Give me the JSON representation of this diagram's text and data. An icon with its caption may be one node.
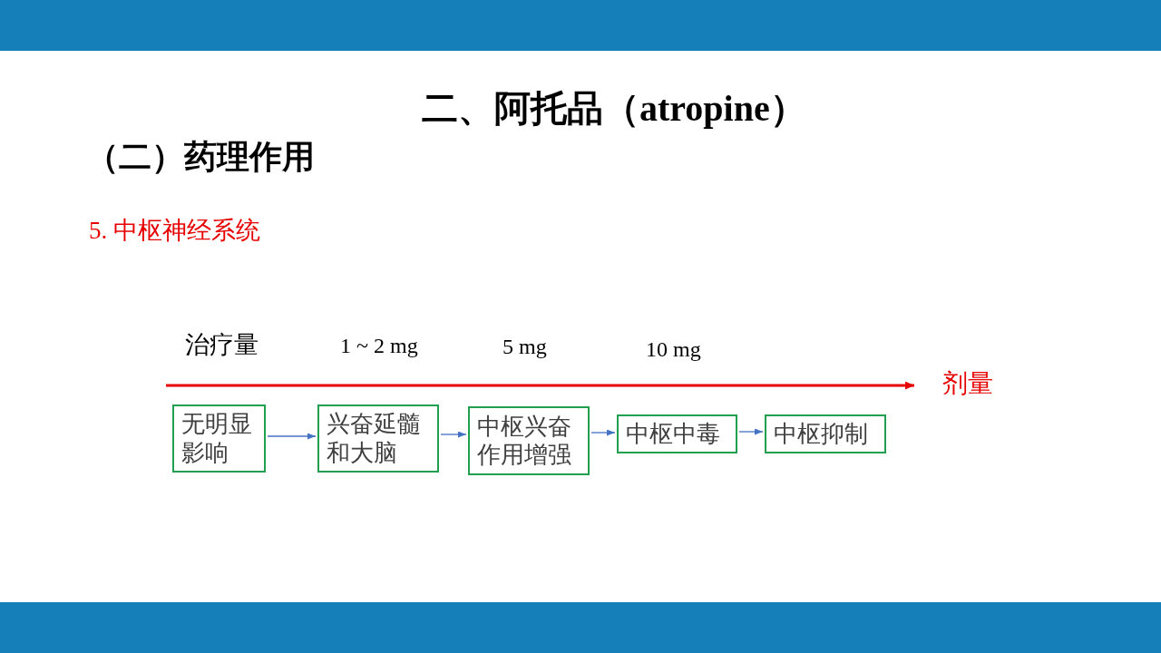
{
  "diagram": {
    "title": "二、阿托品（atropine）",
    "nodes": [
      {
        "text": [
          "无明显影响"
        ]
      },
      {
        "text": [
          "兴奋延髓和大脑"
        ]
      },
      {
        "text": [
          "中枢兴奋作用增强"
        ]
      },
      {
        "text": [
          "中枢中毒"
        ]
      },
      {
        "text": [
          "中枢抑制"
        ]
      }
    ],
    "edges": [
      {
        "from": 0,
        "to": 1,
        "arrow": "to"
      },
      {
        "from": 1,
        "to": 2,
        "arrow": "to"
      },
      {
        "from": 2,
        "to": 3,
        "arrow": "to"
      },
      {
        "from": 3,
        "to": 4,
        "arrow": "to"
      }
    ],
    "labels": [
      "（二）药理作用",
      "5. 中枢神经系统",
      "治疗量",
      "1 ~ 2 mg",
      "5 mg",
      "10 mg",
      "剂量"
    ]
  }
}
